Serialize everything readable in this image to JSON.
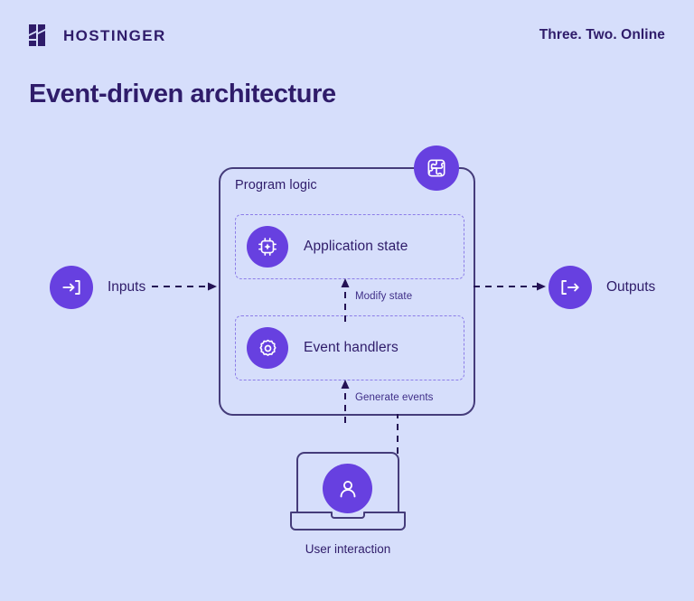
{
  "page": {
    "background_color": "#D6DEFB",
    "accent_color": "#6740E0",
    "text_color": "#2F1C6A",
    "title": "Event-driven architecture"
  },
  "header": {
    "brand_name": "HOSTINGER",
    "brand_mark": "hostinger-h-logo",
    "tagline": "Three. Two. Online"
  },
  "diagram": {
    "program_box": {
      "label": "Program logic",
      "corner_icon": "puzzle-piece-icon",
      "rows": [
        {
          "label": "Application state",
          "icon": "cpu-chip-sparkle-icon"
        },
        {
          "label": "Event handlers",
          "icon": "gear-icon"
        }
      ]
    },
    "nodes": [
      {
        "label": "Inputs",
        "icon": "login-arrow-in-icon"
      },
      {
        "label": "Outputs",
        "icon": "logout-arrow-out-icon"
      }
    ],
    "flows": [
      {
        "label": "Modify state",
        "direction": "up"
      },
      {
        "label": "Generate events",
        "direction": "up"
      }
    ],
    "user": {
      "caption": "User interaction",
      "icon": "user-avatar-icon",
      "device": "laptop-icon"
    }
  }
}
